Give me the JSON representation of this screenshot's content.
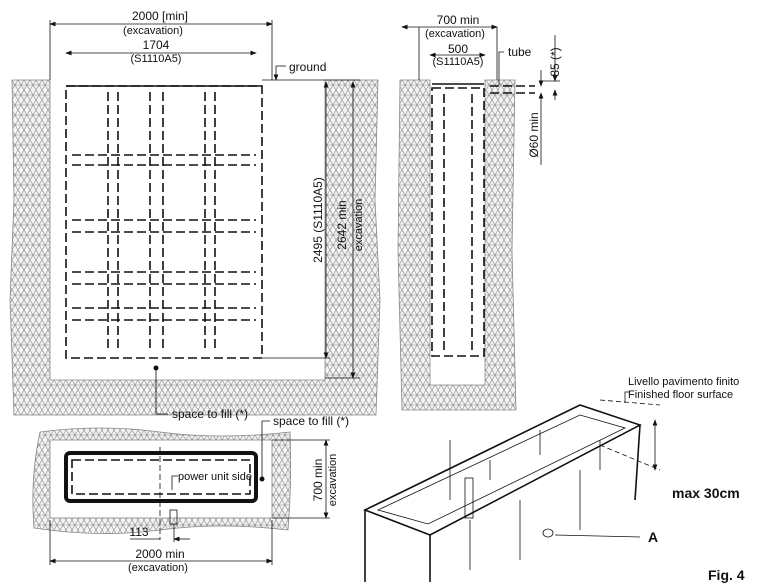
{
  "front_view": {
    "width_excavation": "2000  [min]",
    "width_excavation_sub": "(excavation)",
    "width_tank": "1704",
    "width_tank_sub": "(S1110A5)",
    "ground_label": "ground",
    "height_tank": "2495  (S1110A5)",
    "height_excavation": "2642  min",
    "height_excavation_sub": "excavation",
    "fill_label": "space to fill (*)"
  },
  "side_view": {
    "width_excavation": "700  min",
    "width_excavation_sub": "(excavation)",
    "width_tank": "500",
    "width_tank_sub": "(S1110A5)",
    "tube_label": "tube",
    "depth_label": "85  (*)",
    "tube_diameter": "Ø60  min"
  },
  "plan_view": {
    "fill_label": "space to fill (*)",
    "power_unit_label": "power unit side",
    "width_excavation": "700  min",
    "width_excavation_sub": "excavation",
    "offset": "113",
    "length_excavation": "2000  min",
    "length_excavation_sub": "(excavation)"
  },
  "iso_view": {
    "floor_label_it": "Livello pavimento finito",
    "floor_label_en": "Finished floor surface",
    "max_label": "max 30cm",
    "point_label": "A"
  },
  "figure_label": "Fig. 4"
}
